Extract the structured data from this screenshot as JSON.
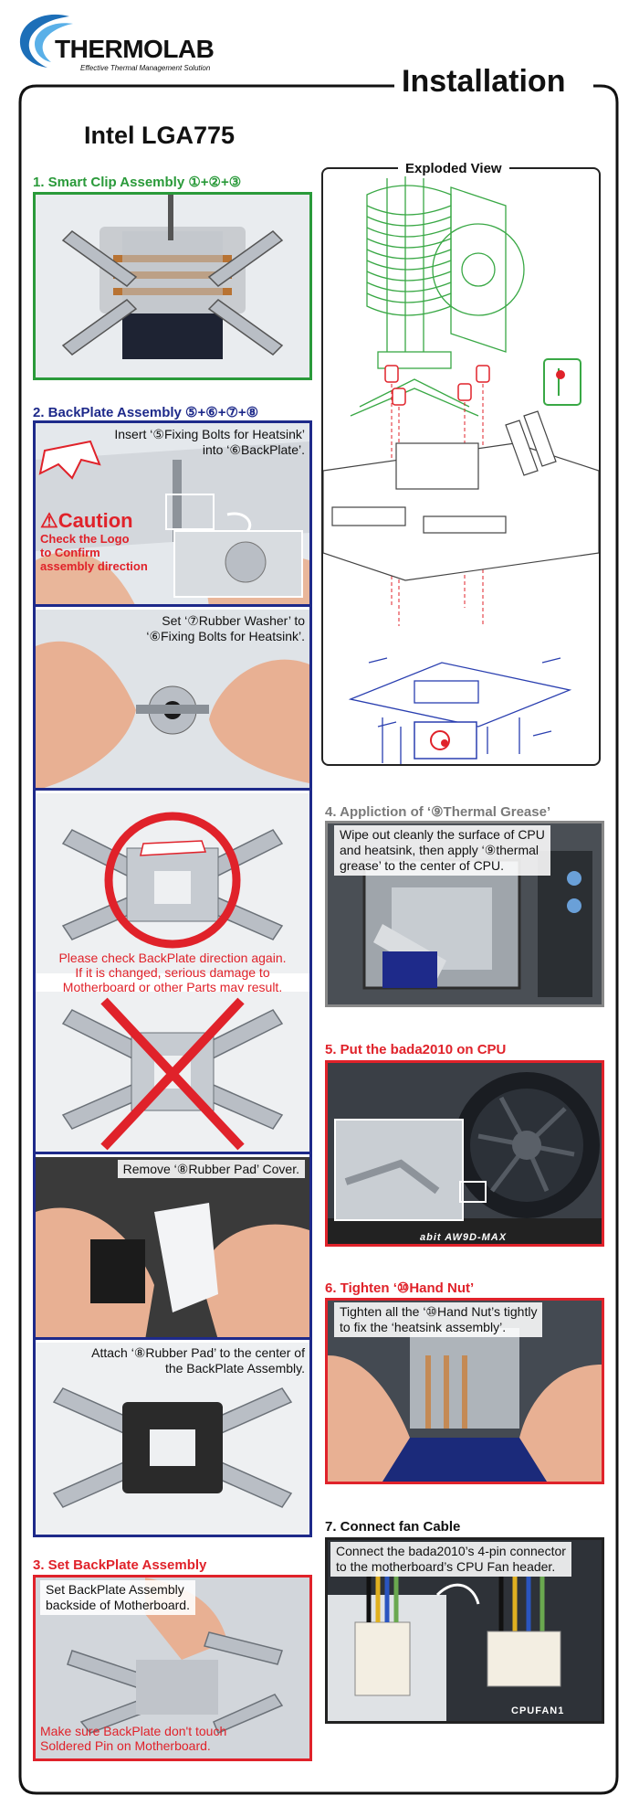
{
  "header": {
    "brand": "THERMOLAB",
    "tagline": "Effective Thermal Management Solution",
    "page_title": "Installation"
  },
  "colors": {
    "green": "#2a9a3a",
    "navy": "#1e2a8a",
    "red": "#e0222a",
    "logo_blue": "#1d6fb8"
  },
  "main_heading": "Intel LGA775",
  "exploded_view": {
    "title": "Exploded View"
  },
  "steps": {
    "s1": {
      "heading": "1. Smart Clip Assembly ①+②+③"
    },
    "s2": {
      "heading": "2. BackPlate Assembly ⑤+⑥+⑦+⑧",
      "p1_caption_line1": "Insert ‘⑤Fixing Bolts for Heatsink’",
      "p1_caption_line2": "into ‘⑥BackPlate’.",
      "caution_title": "⚠Caution",
      "caution_line1": "Check the Logo",
      "caution_line2": "to Confirm",
      "caution_line3": "assembly direction",
      "p2_caption_line1": "Set ‘⑦Rubber Washer’ to",
      "p2_caption_line2": "‘⑥Fixing Bolts for Heatsink’.",
      "p3_warning_line1": "Please check BackPlate direction again.",
      "p3_warning_line2": "If it is changed, serious damage to",
      "p3_warning_line3": "Motherboard or other Parts may result.",
      "p5_caption": "Remove ‘⑧Rubber Pad’ Cover.",
      "p6_caption_line1": "Attach ‘⑧Rubber Pad’ to the center of",
      "p6_caption_line2": "the BackPlate Assembly."
    },
    "s3": {
      "heading": "3. Set BackPlate Assembly",
      "caption_line1": "Set BackPlate Assembly",
      "caption_line2": "backside of Motherboard.",
      "warning_line1": "Make sure BackPlate don't touch",
      "warning_line2": "Soldered Pin on Motherboard."
    },
    "s4": {
      "heading": "4. Appliction of ‘⑨Thermal Grease’",
      "caption_line1": "Wipe out cleanly the surface of CPU",
      "caption_line2": "and heatsink, then apply ‘⑨thermal",
      "caption_line3": "grease’ to the center of CPU."
    },
    "s5": {
      "heading": "5. Put the bada2010 on CPU",
      "board_label": "abit  AW9D-MAX"
    },
    "s6": {
      "heading": "6. Tighten ‘⑩Hand Nut’",
      "caption_line1": "Tighten all the ‘⑩Hand Nut’s tightly",
      "caption_line2": "to fix the ‘heatsink assembly’."
    },
    "s7": {
      "heading": "7. Connect fan Cable",
      "caption_line1": "Connect the bada2010’s 4-pin connector",
      "caption_line2": "to the motherboard’s CPU Fan header.",
      "board_label": "CPUFAN1"
    }
  }
}
